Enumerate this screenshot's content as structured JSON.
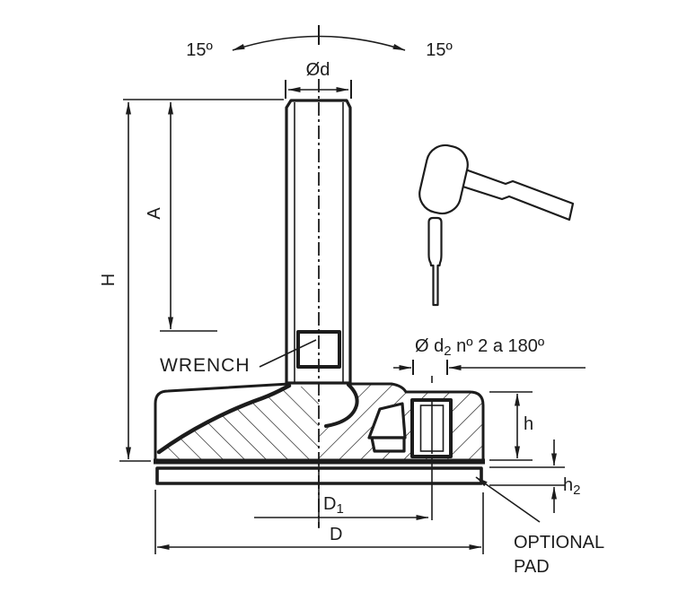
{
  "drawing": {
    "type": "leveling-foot-cross-section",
    "colors": {
      "line": "#1c1c1c",
      "background": "#ffffff"
    },
    "labels": {
      "angle_left": "15º",
      "angle_right": "15º",
      "stem_diameter": "Ød",
      "overall_height": "H",
      "thread_length": "A",
      "wrench": "WRENCH",
      "hole_dia_prefix": "Ø d",
      "hole_dia_sub": "2",
      "hole_note": " nº 2 a 180º",
      "base_height": "h",
      "pad_thickness_main": "h",
      "pad_thickness_sub": "2",
      "hole_circle_main": "D",
      "hole_circle_sub": "1",
      "base_diameter": "D",
      "optional_pad_line1": "OPTIONAL",
      "optional_pad_line2": "PAD"
    },
    "icons": {
      "mallet": "rubber-mallet-icon",
      "punch": "pin-punch-icon"
    }
  }
}
